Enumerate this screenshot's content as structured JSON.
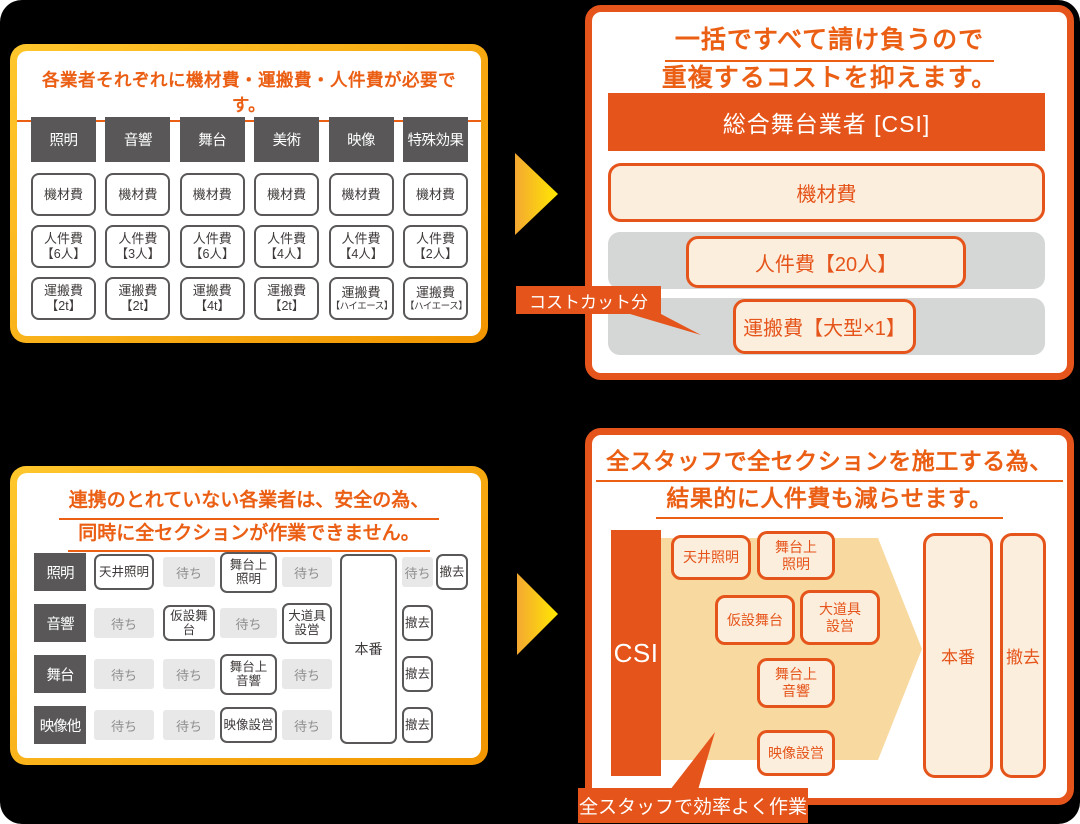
{
  "colors": {
    "background": "#000000",
    "accent_orange": "#E5541A",
    "heading_orange": "#EB5F15",
    "gold_border_from": "#FFC72C",
    "gold_border_to": "#F19500",
    "arrow_yellow_from": "#F4A832",
    "arrow_yellow_to": "#FFE800",
    "cream": "#FCEEDC",
    "tan_arrow": "#F8D9A0",
    "gray_bar": "#D5D6D6",
    "dark_gray": "#595757",
    "wait_gray_bg": "#E8E8E8",
    "wait_gray_text": "#8F8F8F"
  },
  "panel_separate_costs": {
    "heading": "各業者それぞれに機材費・運搬費・人件費が必要です。",
    "columns": [
      {
        "name": "照明",
        "equipment": "機材費",
        "labor": "人件費",
        "labor_detail": "【6人】",
        "transport": "運搬費",
        "transport_detail": "【2t】"
      },
      {
        "name": "音響",
        "equipment": "機材費",
        "labor": "人件費",
        "labor_detail": "【3人】",
        "transport": "運搬費",
        "transport_detail": "【2t】"
      },
      {
        "name": "舞台",
        "equipment": "機材費",
        "labor": "人件費",
        "labor_detail": "【6人】",
        "transport": "運搬費",
        "transport_detail": "【4t】"
      },
      {
        "name": "美術",
        "equipment": "機材費",
        "labor": "人件費",
        "labor_detail": "【4人】",
        "transport": "運搬費",
        "transport_detail": "【2t】"
      },
      {
        "name": "映像",
        "equipment": "機材費",
        "labor": "人件費",
        "labor_detail": "【4人】",
        "transport": "運搬費",
        "transport_detail": "【ハイエース】"
      },
      {
        "name": "特殊効果",
        "equipment": "機材費",
        "labor": "人件費",
        "labor_detail": "【2人】",
        "transport": "運搬費",
        "transport_detail": "【ハイエース】"
      }
    ]
  },
  "panel_bundled_costs": {
    "heading_line1": "一括ですべて請け負うので",
    "heading_line2": "重複するコストを抑えます。",
    "company_bar": "総合舞台業者 [CSI]",
    "equipment": "機材費",
    "labor": "人件費【20人】",
    "transport": "運搬費【大型×1】",
    "callout": "コストカット分"
  },
  "panel_schedule_separate": {
    "heading_line1": "連携のとれていない各業者は、安全の為、",
    "heading_line2": "同時に全セクションが作業できません。",
    "show_label": "本番",
    "rows": [
      {
        "label": "照明",
        "cells": [
          {
            "text": "天井照明",
            "type": "active"
          },
          {
            "text": "待ち",
            "type": "wait"
          },
          {
            "text": "舞台上\n照明",
            "type": "active"
          },
          {
            "text": "待ち",
            "type": "wait"
          }
        ],
        "tail": [
          {
            "text": "待ち",
            "type": "wait"
          },
          {
            "text": "撤去",
            "type": "active"
          }
        ]
      },
      {
        "label": "音響",
        "cells": [
          {
            "text": "待ち",
            "type": "wait"
          },
          {
            "text": "仮設舞台",
            "type": "active"
          },
          {
            "text": "待ち",
            "type": "wait"
          },
          {
            "text": "大道具\n設営",
            "type": "active"
          }
        ],
        "tail": [
          {
            "text": "撤去",
            "type": "active"
          }
        ]
      },
      {
        "label": "舞台",
        "cells": [
          {
            "text": "待ち",
            "type": "wait"
          },
          {
            "text": "待ち",
            "type": "wait"
          },
          {
            "text": "舞台上\n音響",
            "type": "active"
          },
          {
            "text": "待ち",
            "type": "wait"
          }
        ],
        "tail": [
          {
            "text": "撤去",
            "type": "active"
          }
        ]
      },
      {
        "label": "映像他",
        "cells": [
          {
            "text": "待ち",
            "type": "wait"
          },
          {
            "text": "待ち",
            "type": "wait"
          },
          {
            "text": "映像設営",
            "type": "active"
          },
          {
            "text": "待ち",
            "type": "wait"
          }
        ],
        "tail": [
          {
            "text": "撤去",
            "type": "active"
          }
        ]
      }
    ]
  },
  "panel_schedule_unified": {
    "heading_line1": "全スタッフで全セクションを施工する為、",
    "heading_line2": "結果的に人件費も減らせます。",
    "company": "CSI",
    "tasks": [
      "天井照明",
      "舞台上\n照明",
      "仮設舞台",
      "大道具\n設営",
      "舞台上\n音響",
      "映像設営"
    ],
    "show_label": "本番",
    "teardown_label": "撤去",
    "callout": "全スタッフで効率よく作業"
  }
}
